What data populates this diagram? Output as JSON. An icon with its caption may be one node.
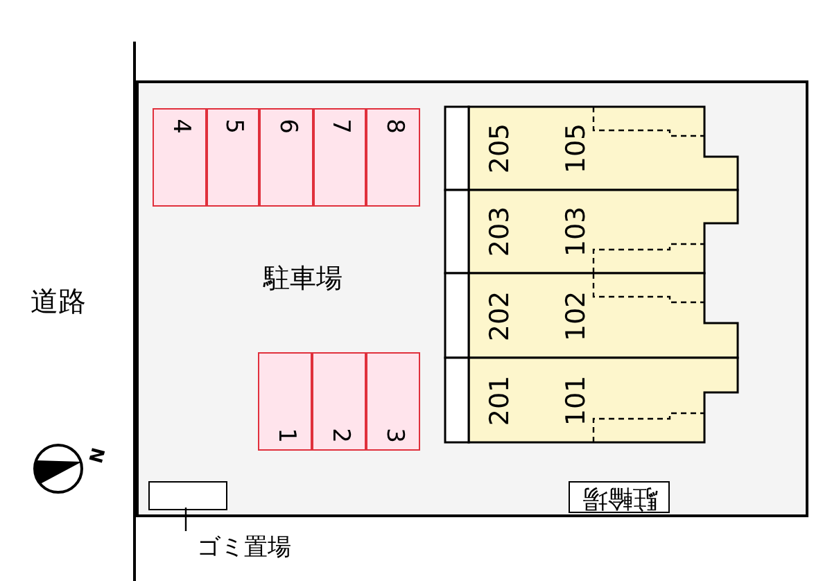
{
  "diagram": {
    "nodes": [
      {
        "text": [],
        "shape": "box"
      },
      {
        "text": [
          "4"
        ],
        "in": 0
      },
      {
        "text": [
          "5"
        ],
        "in": 0
      },
      {
        "text": [
          "6"
        ],
        "in": 0
      },
      {
        "text": [
          "7"
        ],
        "in": 0
      },
      {
        "text": [
          "8"
        ],
        "in": 0
      },
      {
        "text": [
          "1"
        ],
        "in": 0
      },
      {
        "text": [
          "2"
        ],
        "in": 0
      },
      {
        "text": [
          "3"
        ],
        "in": 0
      },
      {
        "text": [
          "205",
          "105"
        ],
        "in": 0
      },
      {
        "text": [
          "203",
          "103"
        ],
        "in": 0
      },
      {
        "text": [
          "202",
          "102"
        ],
        "in": 0
      },
      {
        "text": [
          "201",
          "101"
        ],
        "in": 0
      },
      {
        "text": [],
        "shape": "box",
        "in": 0
      },
      {
        "text": [
          "駐輪場"
        ],
        "in": 0
      },
      {
        "text": [
          "ゴミ置場"
        ]
      }
    ],
    "edges": [
      {
        "from": 15,
        "to": 13,
        "arrow": "none"
      }
    ],
    "labels": [
      "道路",
      "駐車場",
      "N"
    ]
  }
}
